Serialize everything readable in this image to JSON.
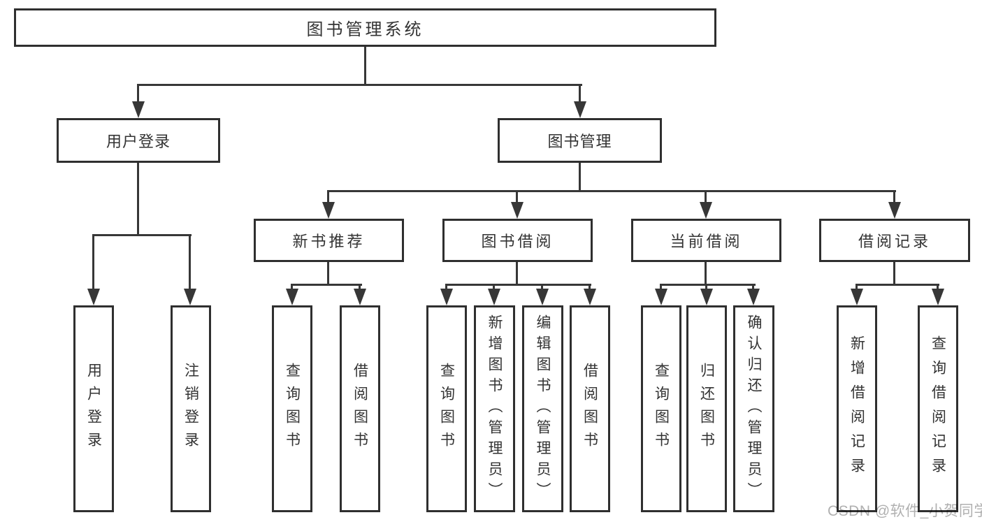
{
  "diagram": {
    "root": {
      "label": "图书管理系统"
    },
    "branches": [
      {
        "label": "用户登录",
        "children": [
          {
            "label": "用户登录"
          },
          {
            "label": "注销登录"
          }
        ]
      },
      {
        "label": "图书管理",
        "sections": [
          {
            "label": "新书推荐",
            "children": [
              {
                "label": "查询图书"
              },
              {
                "label": "借阅图书"
              }
            ]
          },
          {
            "label": "图书借阅",
            "children": [
              {
                "label": "查询图书"
              },
              {
                "label": "新增图书（管理员）"
              },
              {
                "label": "编辑图书（管理员）"
              },
              {
                "label": "借阅图书"
              }
            ]
          },
          {
            "label": "当前借阅",
            "children": [
              {
                "label": "查询图书"
              },
              {
                "label": "归还图书"
              },
              {
                "label": "确认归还（管理员）"
              }
            ]
          },
          {
            "label": "借阅记录",
            "children": [
              {
                "label": "新增借阅记录"
              },
              {
                "label": "查询借阅记录"
              }
            ]
          }
        ]
      }
    ]
  },
  "watermark": {
    "text": "CSDN @软件_小贺同学"
  },
  "colors": {
    "line": "#373737",
    "box_border": "#2f2f2f",
    "box_fill": "#ffffff",
    "text": "#333333",
    "watermark": "#b0b0b0",
    "background": "#ffffff"
  }
}
